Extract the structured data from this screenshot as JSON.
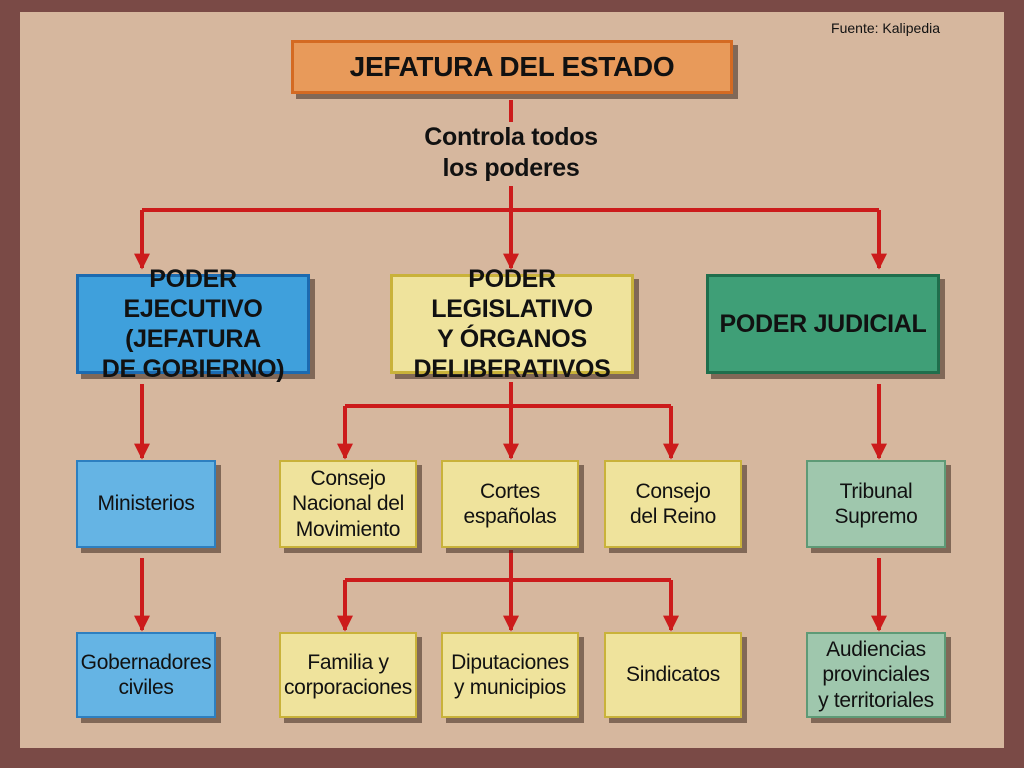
{
  "source": "Fuente: Kalipedia",
  "head": {
    "label": "JEFATURA DEL ESTADO"
  },
  "control_label": "Controla todos\nlos poderes",
  "powers": {
    "executive": "PODER EJECUTIVO\n(JEFATURA\nDE GOBIERNO)",
    "legislative": "PODER LEGISLATIVO\nY ÓRGANOS\nDELIBERATIVOS",
    "judicial": "PODER JUDICIAL"
  },
  "executive_children": [
    "Ministerios",
    "Gobernadores\nciviles"
  ],
  "legislative_children": [
    "Consejo\nNacional del\nMovimiento",
    "Cortes\nespañolas",
    "Consejo\ndel Reino"
  ],
  "cortes_children": [
    "Familia y\ncorporaciones",
    "Diputaciones\ny municipios",
    "Sindicatos"
  ],
  "judicial_children": [
    "Tribunal\nSupremo",
    "Audiencias\nprovinciales\ny territoriales"
  ],
  "colors": {
    "background": "#d6b79e",
    "frame": "#7a4a46",
    "arrow": "#cc1b1b",
    "head_fill": "#e89a5a",
    "head_border": "#d46a22",
    "executive_fill": "#3fa0dc",
    "executive_border": "#1c6ab0",
    "legislative_fill": "#efe39c",
    "legislative_border": "#c9b23a",
    "judicial_fill": "#3f9f77",
    "judicial_border": "#1f6e4c",
    "exec_child_fill": "#65b4e4",
    "leg_child_fill": "#efe39c",
    "jud_child_fill": "#9fc7ad"
  }
}
